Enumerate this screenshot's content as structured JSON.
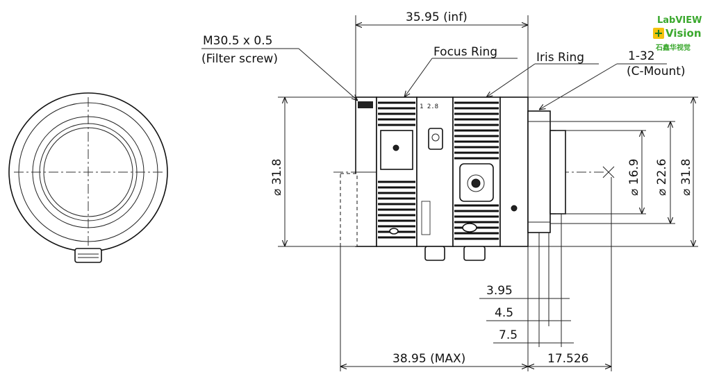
{
  "dimensions": {
    "top_length": "35.95 (inf)",
    "filter_thread": "M30.5 x 0.5",
    "filter_note": "(Filter screw)",
    "focus_ring": "Focus Ring",
    "iris_ring": "Iris Ring",
    "mount_thread": "1-32",
    "mount_note": "(C-Mount)",
    "left_diameter": "⌀ 31.8",
    "d_16_9": "⌀ 16.9",
    "d_22_6": "⌀ 22.6",
    "d_31_8": "⌀ 31.8",
    "d_3_95": "3.95",
    "d_4_5": "4.5",
    "d_7_5": "7.5",
    "bottom_length": "38.95 (MAX)",
    "back_focus": "17.526"
  },
  "logo": {
    "line1": "LabVIEW",
    "line2": "Vision",
    "line3": "石鑫华视觉",
    "color": "#3aa82d"
  }
}
